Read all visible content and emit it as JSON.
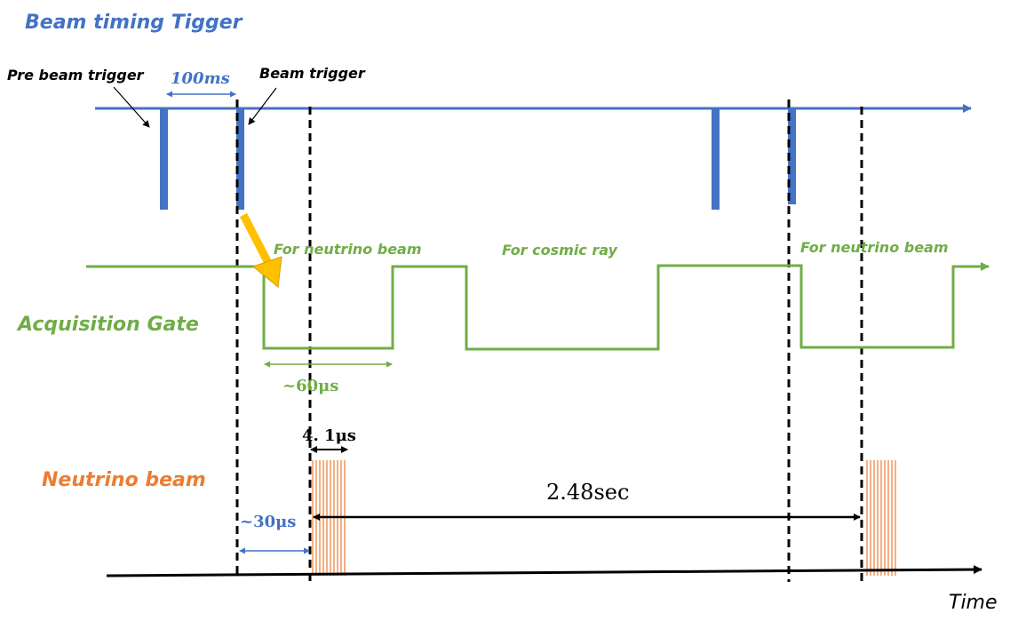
{
  "titles": {
    "beam_timing": "Beam timing Tigger",
    "acquisition_gate": "Acquisition Gate",
    "neutrino_beam": "Neutrino beam",
    "time_axis": "Time"
  },
  "labels": {
    "pre_beam_trigger": "Pre beam trigger",
    "beam_trigger": "Beam trigger",
    "interval_100ms": "100ms",
    "for_neutrino_beam_1": "For neutrino beam",
    "for_cosmic_ray": "For cosmic ray",
    "for_neutrino_beam_2": "For neutrino beam",
    "gate_60us": "~60μs",
    "spill_4_1us": "4. 1μs",
    "delay_30us": "~30μs",
    "period_2_48sec": "2.48sec"
  },
  "colors": {
    "beam_blue": "#4472C4",
    "gate_green": "#70AD47",
    "neutrino_orange": "#ED7D31",
    "arrow_gold": "#FFC000",
    "black": "#000000"
  }
}
